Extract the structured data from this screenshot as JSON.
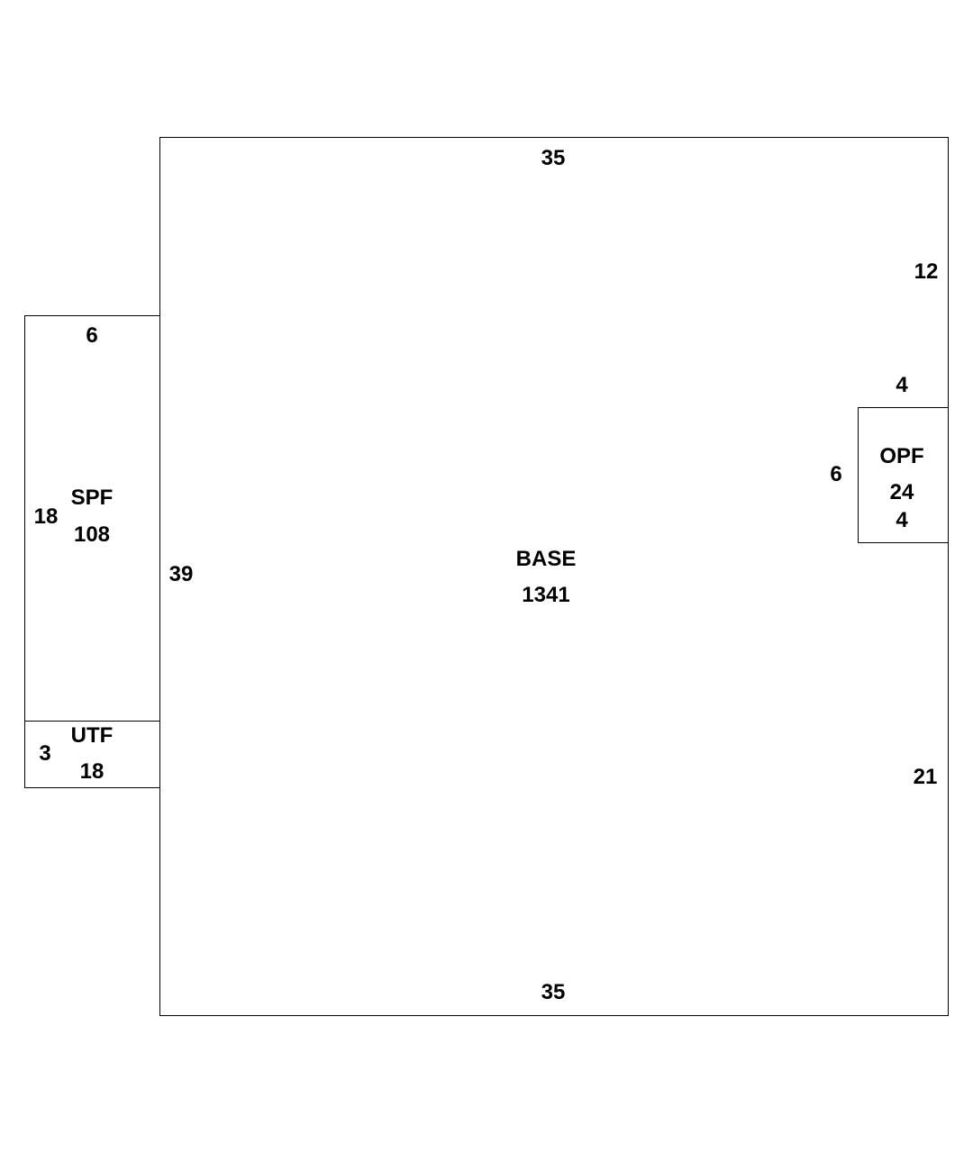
{
  "areas": {
    "base": {
      "name": "BASE",
      "area": "1341",
      "dims": {
        "top": "35",
        "bottom": "35",
        "left": "39",
        "right_upper": "12",
        "right_lower": "21"
      }
    },
    "spf": {
      "name": "SPF",
      "area": "108",
      "dims": {
        "top": "6",
        "left": "18"
      }
    },
    "utf": {
      "name": "UTF",
      "area": "18",
      "dims": {
        "left": "3"
      }
    },
    "opf": {
      "name": "OPF",
      "area": "24",
      "dims": {
        "top": "4",
        "left": "6",
        "bottom": "4"
      }
    }
  },
  "colors": {
    "line": "#000000",
    "background": "#ffffff"
  }
}
